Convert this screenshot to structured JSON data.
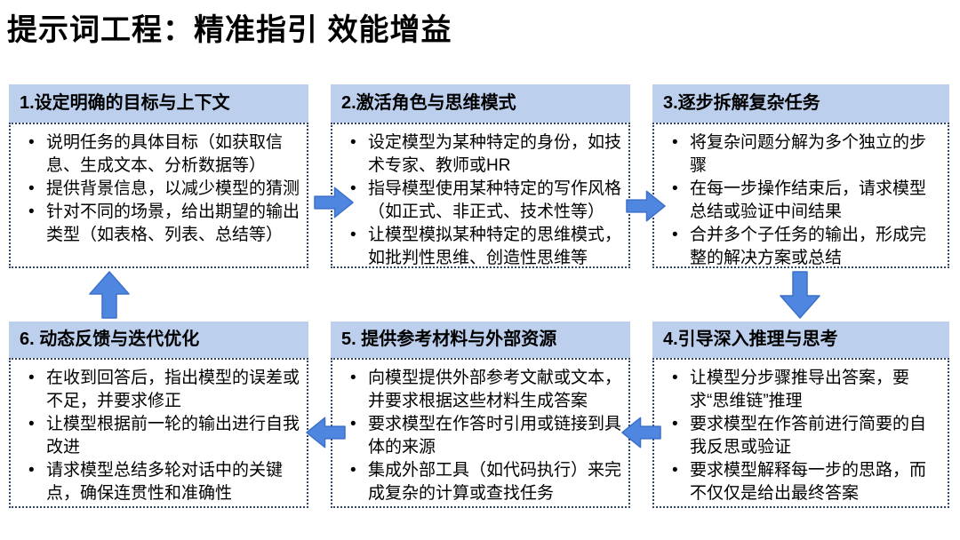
{
  "title": "提示词工程：精准指引 效能增益",
  "colors": {
    "title_color": "#000000",
    "header_bg": "#BCCFED",
    "box_border": "#2F4668",
    "arrow_fill": "#4E86E0",
    "arrow_stroke": "#3D70C9"
  },
  "boxes": [
    {
      "title": "1.设定明确的目标与上下文",
      "bullets": [
        "说明任务的具体目标（如获取信息、生成文本、分析数据等）",
        "提供背景信息，以减少模型的猜测",
        "针对不同的场景，给出期望的输出类型（如表格、列表、总结等）"
      ]
    },
    {
      "title": "2.激活角色与思维模式",
      "bullets": [
        "设定模型为某种特定的身份，如技术专家、教师或HR",
        "指导模型使用某种特定的写作风格（如正式、非正式、技术性等）",
        "让模型模拟某种特定的思维模式，如批判性思维、创造性思维等"
      ]
    },
    {
      "title": "3.逐步拆解复杂任务",
      "bullets": [
        "将复杂问题分解为多个独立的步骤",
        "在每一步操作结束后，请求模型总结或验证中间结果",
        "合并多个子任务的输出，形成完整的解决方案或总结"
      ]
    },
    {
      "title": "4.引导深入推理与思考",
      "bullets": [
        "让模型分步骤推导出答案，要求“思维链”推理",
        "要求模型在作答前进行简要的自我反思或验证",
        "要求模型解释每一步的思路，而不仅仅是给出最终答案"
      ]
    },
    {
      "title": "5. 提供参考材料与外部资源",
      "bullets": [
        "向模型提供外部参考文献或文本，并要求根据这些材料生成答案",
        "要求模型在作答时引用或链接到具体的来源",
        "集成外部工具（如代码执行）来完成复杂的计算或查找任务"
      ]
    },
    {
      "title": "6. 动态反馈与迭代优化",
      "bullets": [
        "在收到回答后，指出模型的误差或不足，并要求修正",
        "让模型根据前一轮的输出进行自我改进",
        "请求模型总结多轮对话中的关键点，确保连贯性和准确性"
      ]
    }
  ],
  "arrows": [
    {
      "from": "step-1",
      "to": "step-2",
      "direction": "right"
    },
    {
      "from": "step-2",
      "to": "step-3",
      "direction": "right"
    },
    {
      "from": "step-3",
      "to": "step-4",
      "direction": "down"
    },
    {
      "from": "step-4",
      "to": "step-5",
      "direction": "left"
    },
    {
      "from": "step-5",
      "to": "step-6",
      "direction": "left"
    },
    {
      "from": "step-6",
      "to": "step-1",
      "direction": "up"
    }
  ]
}
